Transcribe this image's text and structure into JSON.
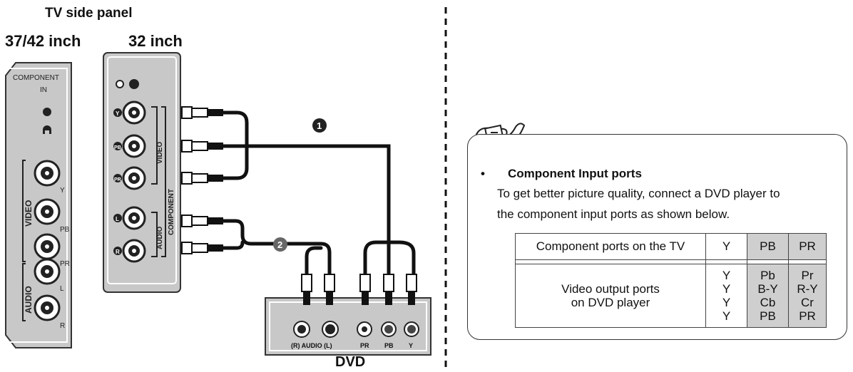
{
  "left": {
    "heading": "TV side panel",
    "size_large": "37/42 inch",
    "size_small": "32 inch",
    "panel_large": {
      "labels": [
        "COMPONENT",
        "IN",
        "VIDEO",
        "Y",
        "PB",
        "PR",
        "AUDIO",
        "L",
        "R"
      ]
    },
    "panel_small": {
      "labels": [
        "Y",
        "PB",
        "PR",
        "L",
        "R",
        "VIDEO",
        "AUDIO",
        "COMPONENT"
      ]
    },
    "cable_numbers": [
      "1",
      "2"
    ],
    "dvd": {
      "port_labels": [
        "(R) AUDIO (L)",
        "PR",
        "PB",
        "Y"
      ],
      "title": "DVD"
    }
  },
  "right": {
    "bullet": "•",
    "title": "Component Input ports",
    "body_lines": [
      "To get better picture quality, connect a DVD player to",
      "the component input ports as shown below."
    ],
    "table": {
      "row1": {
        "label": "Component ports on the TV",
        "cols": [
          "Y",
          "PB",
          "PR"
        ]
      },
      "row2": {
        "label_lines": [
          "Video output ports",
          "on DVD player"
        ],
        "col1": [
          "Y",
          "Y",
          "Y",
          "Y"
        ],
        "col2": [
          "Pb",
          "B-Y",
          "Cb",
          "PB"
        ],
        "col3": [
          "Pr",
          "R-Y",
          "Cr",
          "PR"
        ]
      }
    }
  },
  "colors": {
    "panel_gray": "#c8c8c8",
    "line": "#111111",
    "shade": "#cfcfcf"
  }
}
